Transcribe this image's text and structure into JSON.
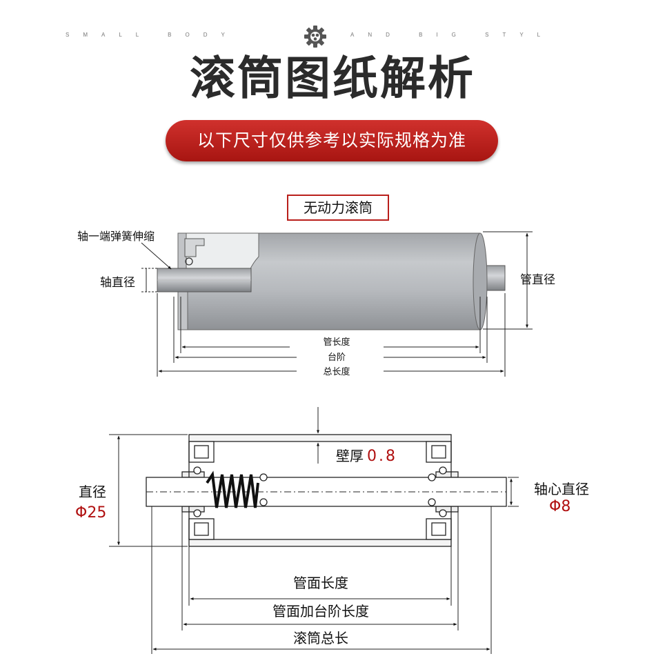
{
  "header": {
    "tagline_left": "SMALL BODY",
    "tagline_right": "AND BIG STYL",
    "logo_icon": "gear-icon",
    "title": "滚筒图纸解析",
    "banner": "以下尺寸仅供参考以实际规格为准"
  },
  "diagram1": {
    "type_label": "无动力滚筒",
    "spring_note": "轴一端弹簧伸缩",
    "shaft_diameter": "轴直径",
    "tube_diameter": "管直径",
    "tube_length": "管长度",
    "step": "台阶",
    "total_length": "总长度"
  },
  "diagram2": {
    "wall_thickness_label": "壁厚",
    "wall_thickness_value": "0.8",
    "diameter_label": "直径",
    "diameter_value": "Φ25",
    "axle_diameter_label": "轴心直径",
    "axle_diameter_value": "Φ8",
    "face_length": "管面长度",
    "face_step_length": "管面加台阶长度",
    "roller_total_length": "滚筒总长"
  },
  "colors": {
    "accent_red": "#b91e1a",
    "tube_gray": "#b9bcc0"
  }
}
